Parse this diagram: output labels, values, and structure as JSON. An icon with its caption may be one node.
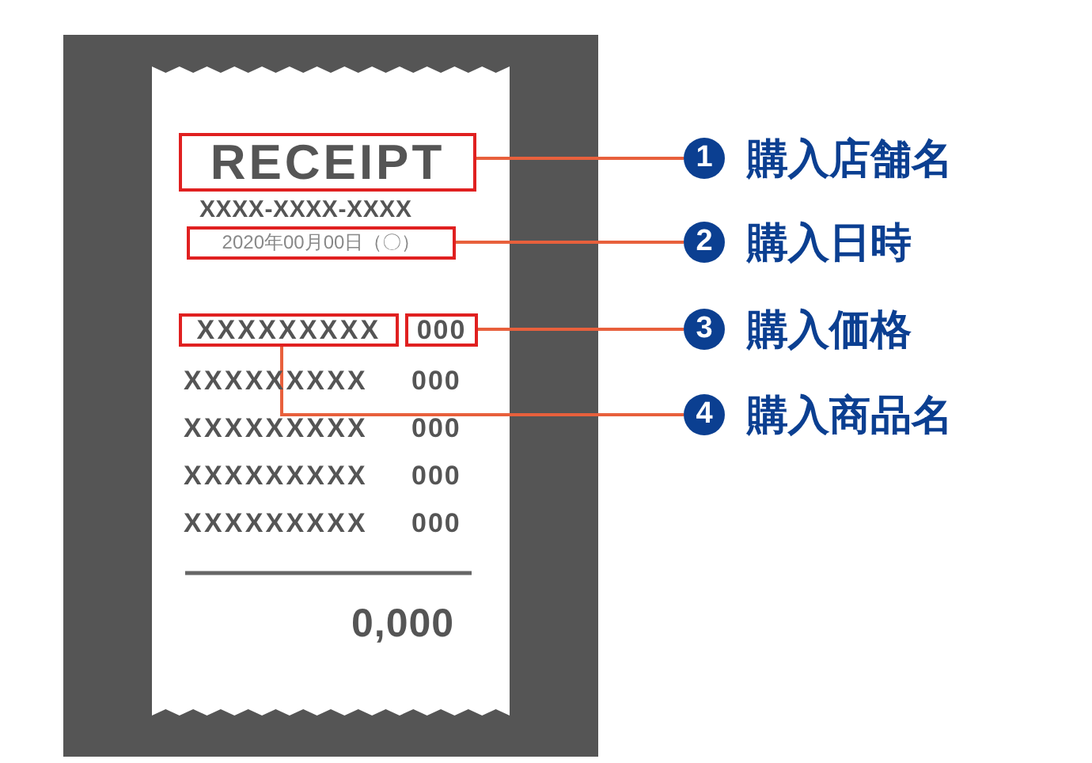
{
  "diagram": {
    "nodes": [
      {
        "text": [
          "RECEIPT"
        ]
      },
      {
        "text": [
          "2020年00月00日（〇）"
        ]
      },
      {
        "text": [
          "XXXXXXXXX"
        ]
      },
      {
        "text": [
          "000"
        ]
      },
      {
        "text": [
          "1",
          "購入店舗名"
        ]
      },
      {
        "text": [
          "2",
          "購入日時"
        ]
      },
      {
        "text": [
          "3",
          "購入価格"
        ]
      },
      {
        "text": [
          "4",
          "購入商品名"
        ]
      }
    ],
    "edges": [
      {
        "from": 0,
        "to": 4,
        "arrow": "none"
      },
      {
        "from": 1,
        "to": 5,
        "arrow": "none"
      },
      {
        "from": 3,
        "to": 6,
        "arrow": "none"
      },
      {
        "from": 2,
        "to": 7,
        "arrow": "none"
      }
    ],
    "labels": [
      "XXXX-XXXX-XXXX",
      "XXXXXXXXX",
      "000",
      "XXXXXXXXX",
      "000",
      "XXXXXXXXX",
      "000",
      "XXXXXXXXX",
      "000",
      "0,000"
    ]
  }
}
